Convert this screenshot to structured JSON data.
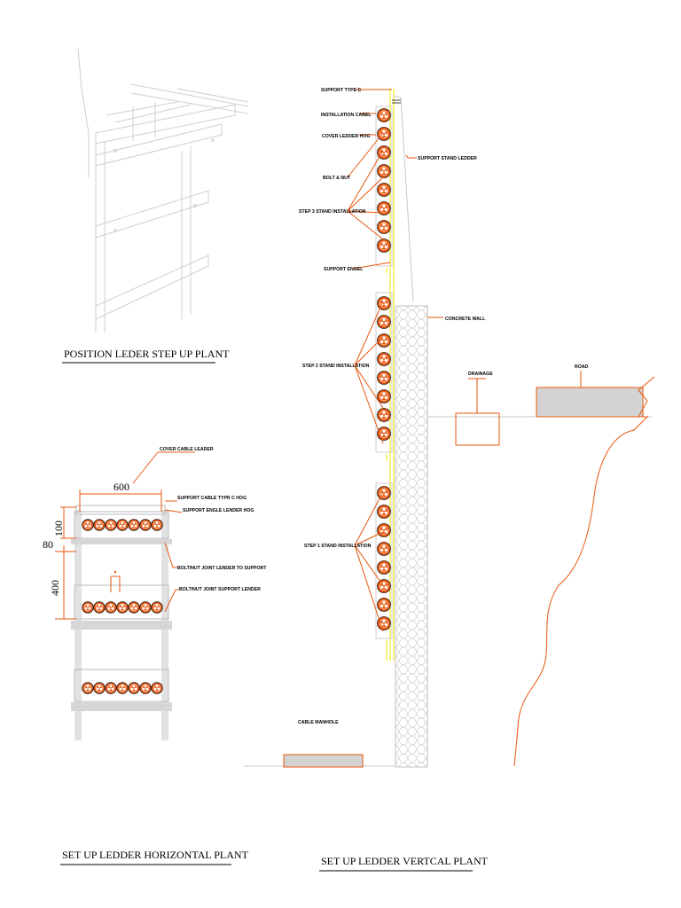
{
  "titles": {
    "position": "POSITION LEDER STEP UP PLANT",
    "horizontal": "SET UP LEDDER HORIZONTAL PLANT",
    "vertical": "SET UP LEDDER VERTCAL PLANT"
  },
  "horizontal_labels": {
    "cover": "COVER CABLE LEADER",
    "support_c": "SUPPORT CABLE TYPR C HOG",
    "support_engle": "SUPPORT ENGLE LENDER HOG",
    "bolt_joint_support": "BOLT/NUT JOINT LENDER TO SUPPORT",
    "bolt_joint_ledder": "BOLT/NUT JOINT SUPPORT LENDER"
  },
  "dimensions": {
    "width": "600",
    "height_top": "100",
    "gap": "80",
    "height_mid": "400"
  },
  "vertical_labels": {
    "support_type_c": "SUPPORT TYPE C",
    "installation_cabel": "INSTALLATION CABEL",
    "cover_ledder": "COVER LEDDER HOG",
    "bolt_nut": "BOLT & NUT",
    "step3": "STEP 3 STAND INSTALLATION",
    "support_engel": "SUPPORT ENGEL",
    "support_stand": "SUPPORT STAND LEDDER",
    "concrete_wall": "CONCRETE WALL",
    "step2": "STEP 2 STAND INSTALLATION",
    "drainage": "DRAINAGE",
    "road": "ROAD",
    "step1": "STEP 1 STAND INSTALLATION",
    "manhole": "CABLE MANHOLE"
  },
  "colors": {
    "accent": "#e8560e",
    "yellow": "#f2e600",
    "gray": "#c8c8c8",
    "fill_gray": "#d3d3d3"
  }
}
